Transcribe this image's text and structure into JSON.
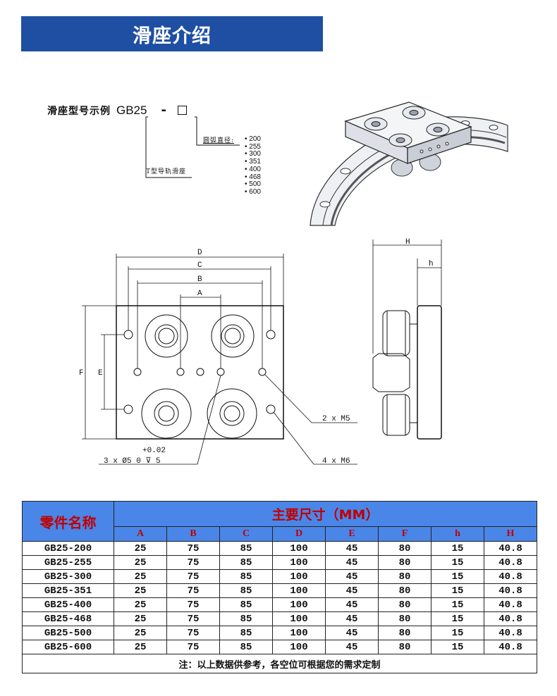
{
  "header": {
    "title": "滑座介绍"
  },
  "part_number": {
    "label": "滑座型号示例",
    "code": "GB25",
    "dash": "-",
    "diameter_label": "圆弧直径:",
    "diameters": [
      "200",
      "255",
      "300",
      "351",
      "400",
      "468",
      "500",
      "600"
    ],
    "type_label": "T型导轨滑座"
  },
  "drawing": {
    "dims": {
      "D": "D",
      "C": "C",
      "B": "B",
      "A": "A",
      "F": "F",
      "E": "E",
      "H": "H",
      "h": "h"
    },
    "callouts": {
      "m5": "2 x M5",
      "m6": "4 x M6",
      "hole_tol": "+0.02",
      "hole_spec": "3 x Ø5  0   ⊽ 5"
    }
  },
  "table": {
    "name_header": "零件名称",
    "main_header": "主要尺寸（MM）",
    "columns": [
      "A",
      "B",
      "C",
      "D",
      "E",
      "F",
      "h",
      "H"
    ],
    "rows": [
      {
        "name": "GB25-200",
        "vals": [
          "25",
          "75",
          "85",
          "100",
          "45",
          "80",
          "15",
          "40.8"
        ]
      },
      {
        "name": "GB25-255",
        "vals": [
          "25",
          "75",
          "85",
          "100",
          "45",
          "80",
          "15",
          "40.8"
        ]
      },
      {
        "name": "GB25-300",
        "vals": [
          "25",
          "75",
          "85",
          "100",
          "45",
          "80",
          "15",
          "40.8"
        ]
      },
      {
        "name": "GB25-351",
        "vals": [
          "25",
          "75",
          "85",
          "100",
          "45",
          "80",
          "15",
          "40.8"
        ]
      },
      {
        "name": "GB25-400",
        "vals": [
          "25",
          "75",
          "85",
          "100",
          "45",
          "80",
          "15",
          "40.8"
        ]
      },
      {
        "name": "GB25-468",
        "vals": [
          "25",
          "75",
          "85",
          "100",
          "45",
          "80",
          "15",
          "40.8"
        ]
      },
      {
        "name": "GB25-500",
        "vals": [
          "25",
          "75",
          "85",
          "100",
          "45",
          "80",
          "15",
          "40.8"
        ]
      },
      {
        "name": "GB25-600",
        "vals": [
          "25",
          "75",
          "85",
          "100",
          "45",
          "80",
          "15",
          "40.8"
        ]
      }
    ],
    "note": "注：以上数据供参考，各空位可根据您的需求定制"
  }
}
